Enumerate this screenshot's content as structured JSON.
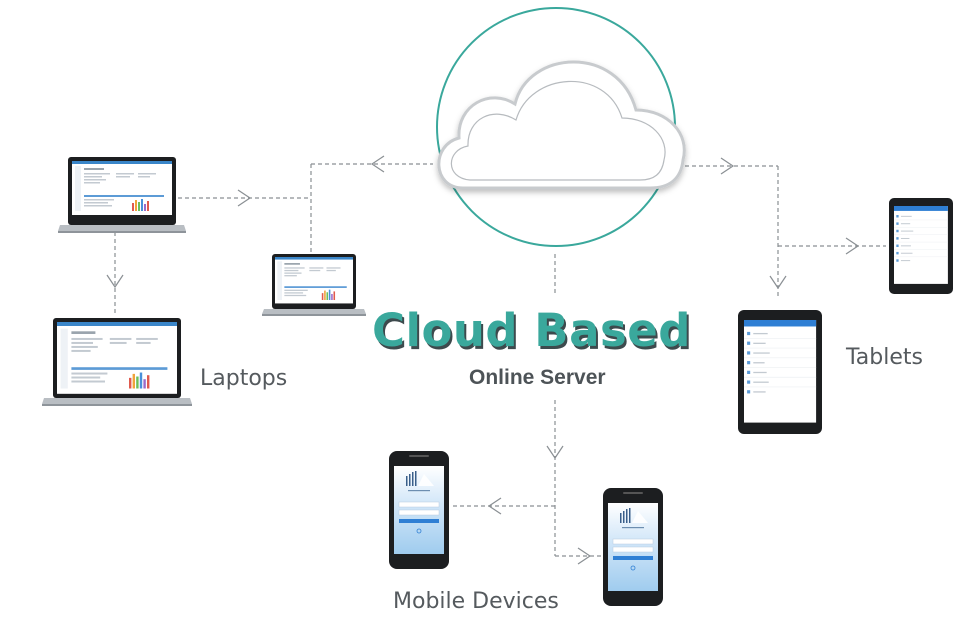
{
  "diagram": {
    "title": "Cloud Based",
    "subtitle": "Online Server",
    "labels": {
      "laptops": "Laptops",
      "tablets": "Tablets",
      "mobile": "Mobile Devices"
    }
  },
  "colors": {
    "teal": "#3aa89c",
    "title_shadow": "#3d4a4d",
    "label_text": "#555a5e",
    "connector": "#8a8f93",
    "device_frame": "#1c1e20",
    "app_blue": "#2f7fd4"
  },
  "icons": [
    "cloud-icon",
    "laptop-icon",
    "tablet-icon",
    "phone-icon",
    "arrow-icon"
  ]
}
